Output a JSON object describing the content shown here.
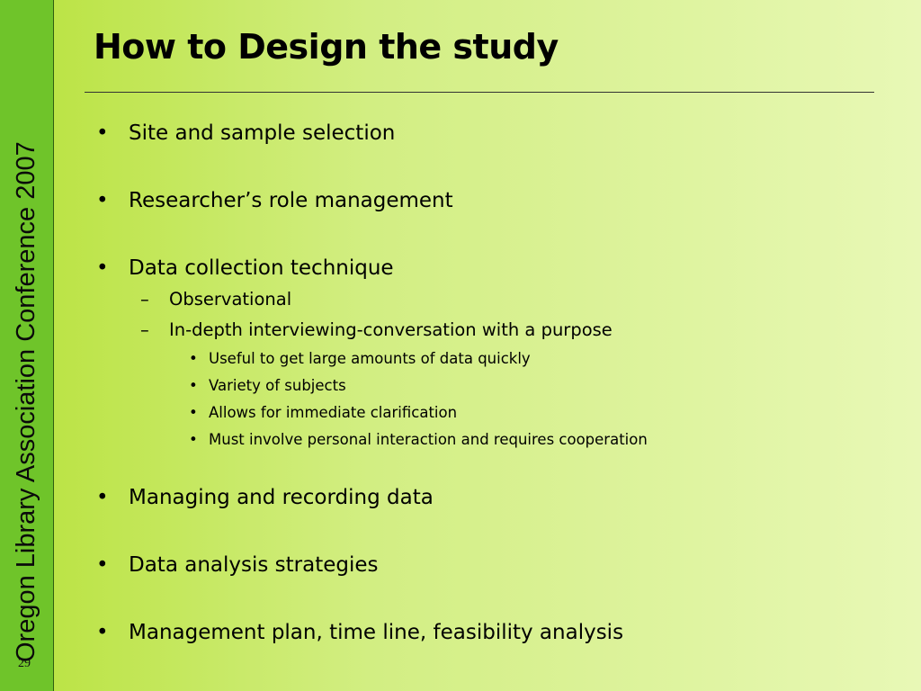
{
  "sidebar": {
    "vertical_title": "Oregon Library Association Conference 2007",
    "slide_number": "29"
  },
  "slide": {
    "title": "How to Design the study"
  },
  "bullets": {
    "level1_marker": "•",
    "level2_marker": "–",
    "level3_marker": "•",
    "item1": "Site and sample selection",
    "item2": "Researcher’s role management",
    "item3": "Data collection technique",
    "item3_sub1": "Observational",
    "item3_sub2": "In-depth interviewing-conversation with a purpose",
    "item3_sub2_a": "Useful to get large amounts of data quickly",
    "item3_sub2_b": "Variety of subjects",
    "item3_sub2_c": "Allows for immediate clarification",
    "item3_sub2_d": "Must involve personal interaction and requires cooperation",
    "item4": "Managing and recording data",
    "item5": "Data analysis strategies",
    "item6": "Management plan, time line, feasibility analysis"
  }
}
